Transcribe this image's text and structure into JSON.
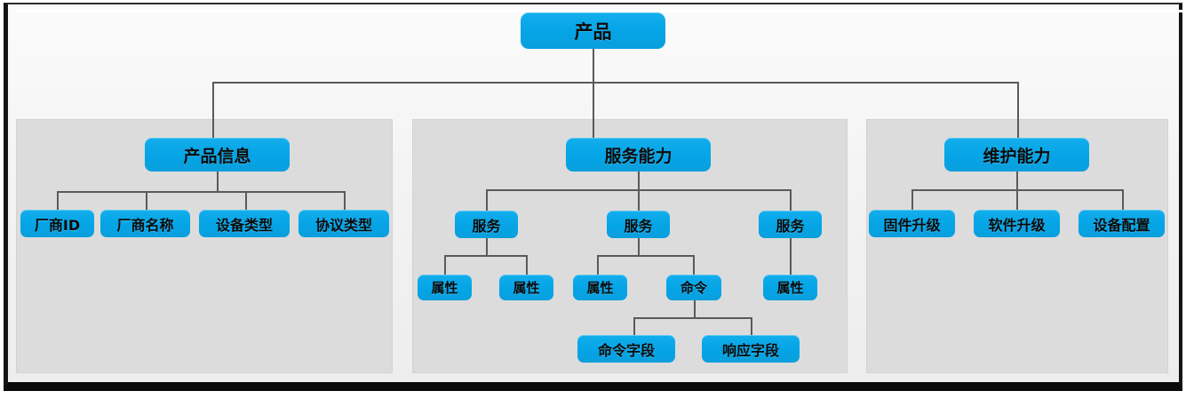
{
  "diagram": {
    "title": "产品",
    "root": {
      "label": "产品"
    },
    "groups": [
      {
        "name": "product-info",
        "parent": {
          "label": "产品信息"
        },
        "leaves": [
          {
            "label": "厂商ID"
          },
          {
            "label": "厂商名称"
          },
          {
            "label": "设备类型"
          },
          {
            "label": "协议类型"
          }
        ]
      },
      {
        "name": "service-capability",
        "parent": {
          "label": "服务能力"
        },
        "services": [
          {
            "label": "服务",
            "children": [
              {
                "label": "属性"
              },
              {
                "label": "属性"
              }
            ]
          },
          {
            "label": "服务",
            "children": [
              {
                "label": "属性"
              },
              {
                "label": "命令"
              }
            ]
          },
          {
            "label": "服务",
            "children": [
              {
                "label": "属性"
              }
            ]
          }
        ],
        "command_fields": [
          {
            "label": "命令字段"
          },
          {
            "label": "响应字段"
          }
        ]
      },
      {
        "name": "maintenance-capability",
        "parent": {
          "label": "维护能力"
        },
        "leaves": [
          {
            "label": "固件升级"
          },
          {
            "label": "软件升级"
          },
          {
            "label": "设备配置"
          }
        ]
      }
    ]
  },
  "colors": {
    "node_fill": "#04a4e6",
    "panel_fill": "#dcdcdc",
    "connector": "#5a5a5a",
    "frame_border": "#141414",
    "canvas_bg": "#f2f2f2"
  }
}
